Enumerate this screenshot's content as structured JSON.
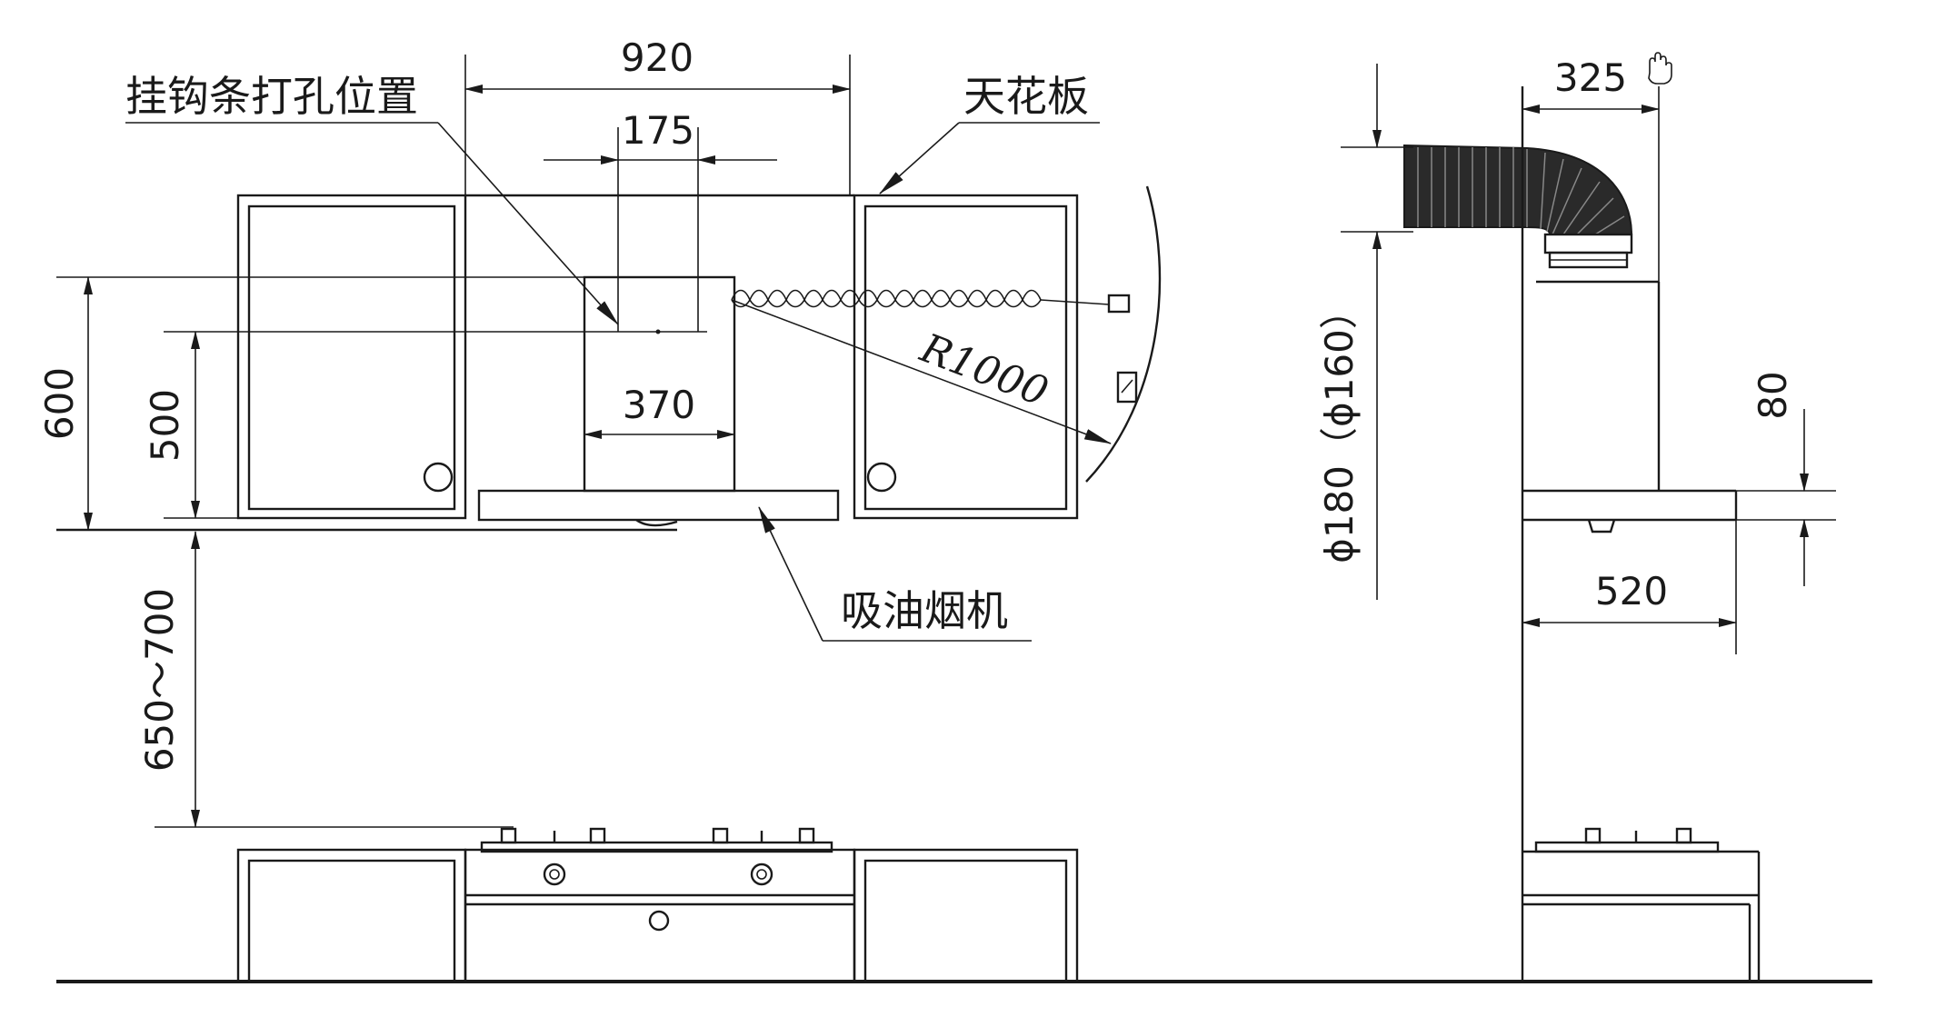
{
  "labels": {
    "hook_strip": "挂钩条打孔位置",
    "ceiling": "天花板",
    "range_hood": "吸油烟机",
    "radius": "R1000"
  },
  "dimensions": {
    "d920": "920",
    "d175": "175",
    "d370": "370",
    "d600": "600",
    "d500": "500",
    "d650_700": "650～700",
    "d325": "325",
    "duct_dia": "ϕ180（ϕ160）",
    "d80": "80",
    "d520": "520"
  }
}
